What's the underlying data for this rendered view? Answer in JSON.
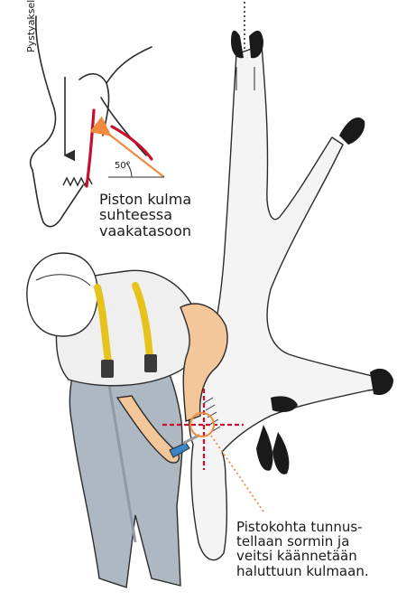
{
  "inset": {
    "axis_label": "Pystyakseli",
    "angle_value": "50°",
    "caption": "Piston kulma\nsuhteessa\nvaakatasoon"
  },
  "main": {
    "caption": "Pistokohta tunnus-\ntellaan sormin ja\nveitsi käännetään\nhaluttuun kulmaan."
  },
  "colors": {
    "outline": "#2b2b2b",
    "animal_fill": "#f4f4f4",
    "hoof": "#1a1a1a",
    "shirt": "#efefef",
    "skin": "#f3c79a",
    "apron": "#aeb8c2",
    "apron_shade": "#8e9aa6",
    "strap": "#e6c21c",
    "guide_red": "#c8102e",
    "arrow_orange": "#f08a3c"
  }
}
